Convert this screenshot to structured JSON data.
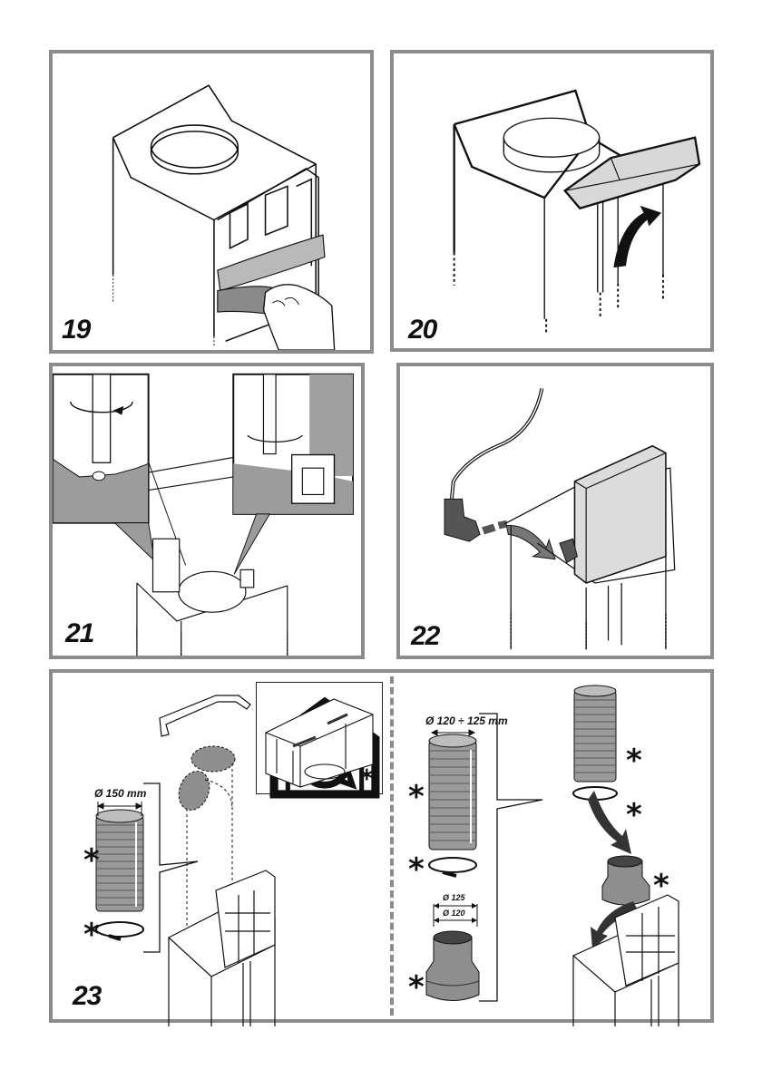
{
  "page": {
    "type": "installation-manual-illustrations",
    "border_color": "#8c8c8c",
    "duct_gray": "#9a9a9a",
    "dark_gray": "#5a5a5a"
  },
  "icons": {
    "ducted": "ducted-exhaust-icon",
    "recirculating": "recirculating-filter-icon"
  },
  "panels": [
    {
      "step": "19",
      "icons": [
        "ducted",
        "recirculating"
      ],
      "description": "Remove protective film strip from hood body"
    },
    {
      "step": "20",
      "icons": [
        "ducted",
        "recirculating"
      ],
      "description": "Lift and fit the top cover panel"
    },
    {
      "step": "21",
      "icons": [
        "ducted",
        "recirculating"
      ],
      "description": "Loosen screws (detail insets)"
    },
    {
      "step": "22",
      "icons": [
        "ducted",
        "recirculating"
      ],
      "description": "Connect power cable plug"
    },
    {
      "step": "23",
      "left": {
        "icons": [
          "ducted",
          "recirculating"
        ],
        "duct_diameter_label": "Ø 150 mm",
        "inset_icon": "recirculating",
        "optional_mark": "*"
      },
      "right": {
        "icons": [
          "ducted"
        ],
        "duct_diameter_label": "Ø 120 ÷ 125 mm",
        "reducer_outer_label": "Ø 125",
        "reducer_inner_label": "Ø 120",
        "optional_mark": "*"
      }
    }
  ]
}
